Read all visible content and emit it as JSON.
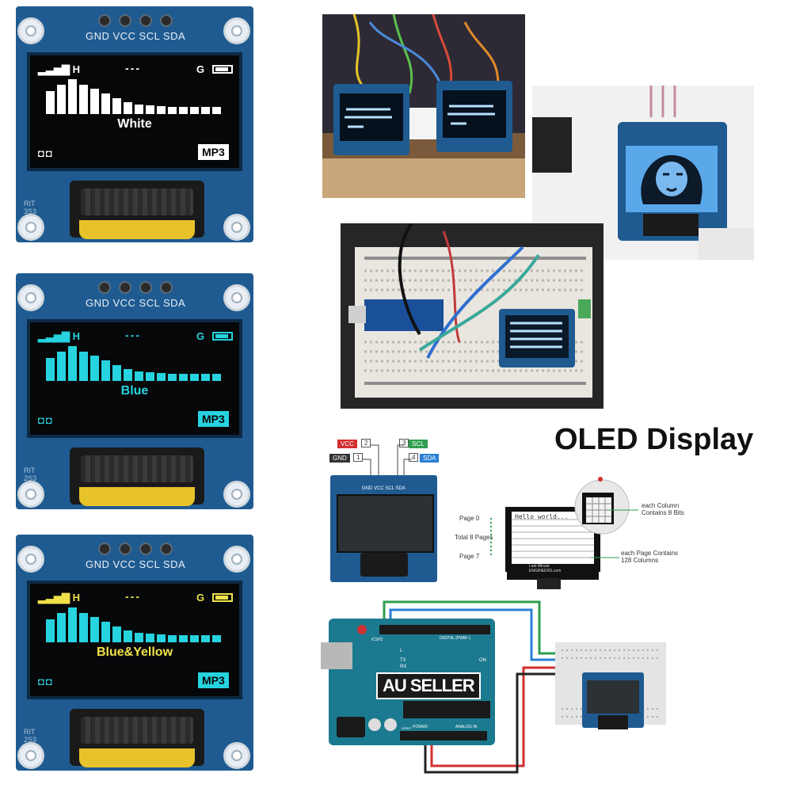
{
  "title": "OLED Display",
  "pin_labels": "GND VCC SCL SDA",
  "modules": [
    {
      "name": "White",
      "color": "#ffffff",
      "accent": "#ffffff",
      "silk": "RIT\n3S3"
    },
    {
      "name": "Blue",
      "color": "#26d3df",
      "accent": "#26d3df",
      "silk": "RIT\n2S3"
    },
    {
      "name": "Blue&Yellow",
      "color": "#26d3df",
      "accent": "#f1e24a",
      "silk": "RIT\n2S3"
    }
  ],
  "screen_text": {
    "header_left": "H",
    "dashes": "---",
    "header_right": "G",
    "bottom_left": "◘◘",
    "bottom_right": "MP3"
  },
  "bar_levels": [
    0.65,
    0.85,
    1.0,
    0.85,
    0.72,
    0.6,
    0.45,
    0.35,
    0.28,
    0.25,
    0.22,
    0.2,
    0.2,
    0.2,
    0.2,
    0.2
  ],
  "wiring": {
    "tags": [
      {
        "pin": "1",
        "label": "GND",
        "color": "#333333"
      },
      {
        "pin": "2",
        "label": "VCC",
        "color": "#d32f2f"
      },
      {
        "pin": "3",
        "label": "SCL",
        "color": "#2e9e4f"
      },
      {
        "pin": "4",
        "label": "SDA",
        "color": "#2a7fd4"
      }
    ],
    "module_pins": "GND VCC SCL SDA"
  },
  "memory": {
    "page0": "Page 0",
    "total": "Total 8 Pages",
    "page7": "Page 7",
    "hello": "Hello world...",
    "column_note": "each Column\nContains 8 Bits",
    "page_note": "each Page Contains\n128 Columns",
    "brand": "Last Minute\nENGINEERS.com"
  },
  "seller": "AU SELLER",
  "arduino_labels": {
    "ioref": "IOREF",
    "digital": "DIGITAL (PWM~)",
    "power": "POWER",
    "analog": "ANALOG IN",
    "l": "L",
    "tx": "TX",
    "rx": "RX",
    "on": "ON",
    "icsp": "ICSP2"
  }
}
